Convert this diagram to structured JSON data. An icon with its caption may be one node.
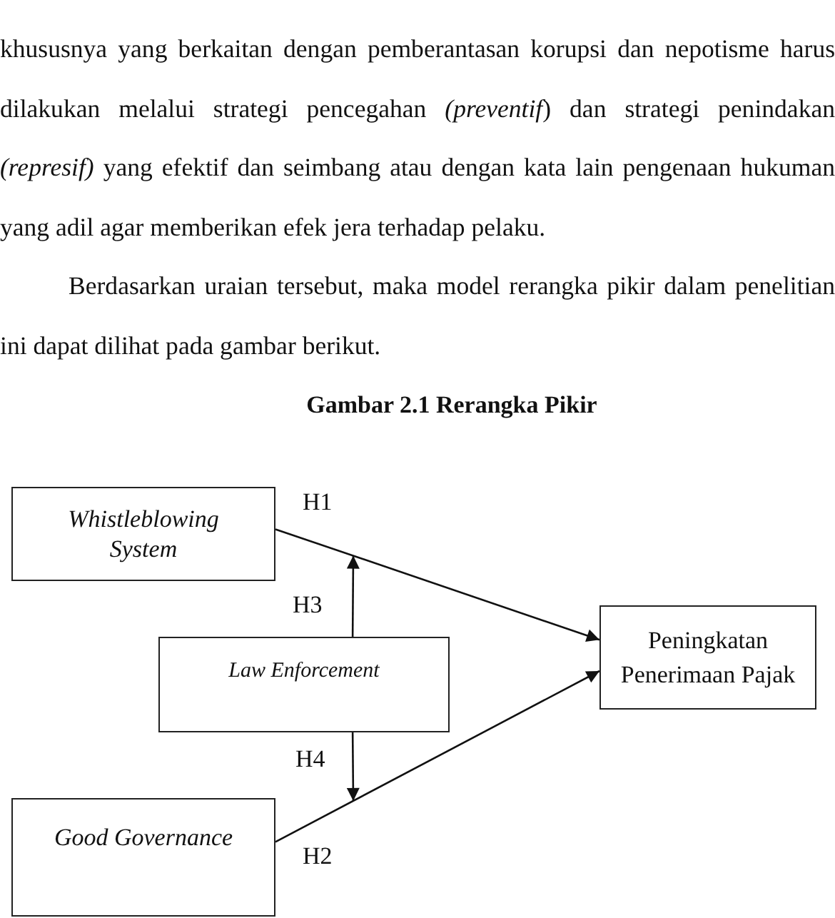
{
  "diagram": {
    "title": "Gambar 2.1 Rerangka Pikir",
    "nodes": [
      {
        "text": [
          "Whistleblowing System"
        ]
      },
      {
        "text": [
          "Peningkatan Penerimaan Pajak"
        ]
      },
      {
        "text": [
          "Law Enforcement"
        ]
      },
      {
        "text": [
          "Good Governance"
        ]
      }
    ],
    "edges": [
      {
        "from": 0,
        "to": 1,
        "arrow": "to",
        "label": "H1"
      },
      {
        "from": 3,
        "to": 1,
        "arrow": "to",
        "label": "H2"
      },
      {
        "from": 2,
        "to": null,
        "arrow": "to",
        "label": "H3"
      },
      {
        "from": 2,
        "to": null,
        "arrow": "to",
        "label": "H4"
      }
    ],
    "labels": [
      "khususnya yang berkaitan dengan pemberantasan korupsi dan nepotisme harus dilakukan melalui strategi pencegahan *(preventif*) dan strategi penindakan *(represif)* yang efektif dan seimbang atau dengan kata lain pengenaan hukuman yang adil agar memberikan efek jera terhadap pelaku.",
      "Berdasarkan uraian tersebut, maka model rerangka pikir dalam penelitian ini dapat dilihat pada gambar berikut."
    ]
  }
}
